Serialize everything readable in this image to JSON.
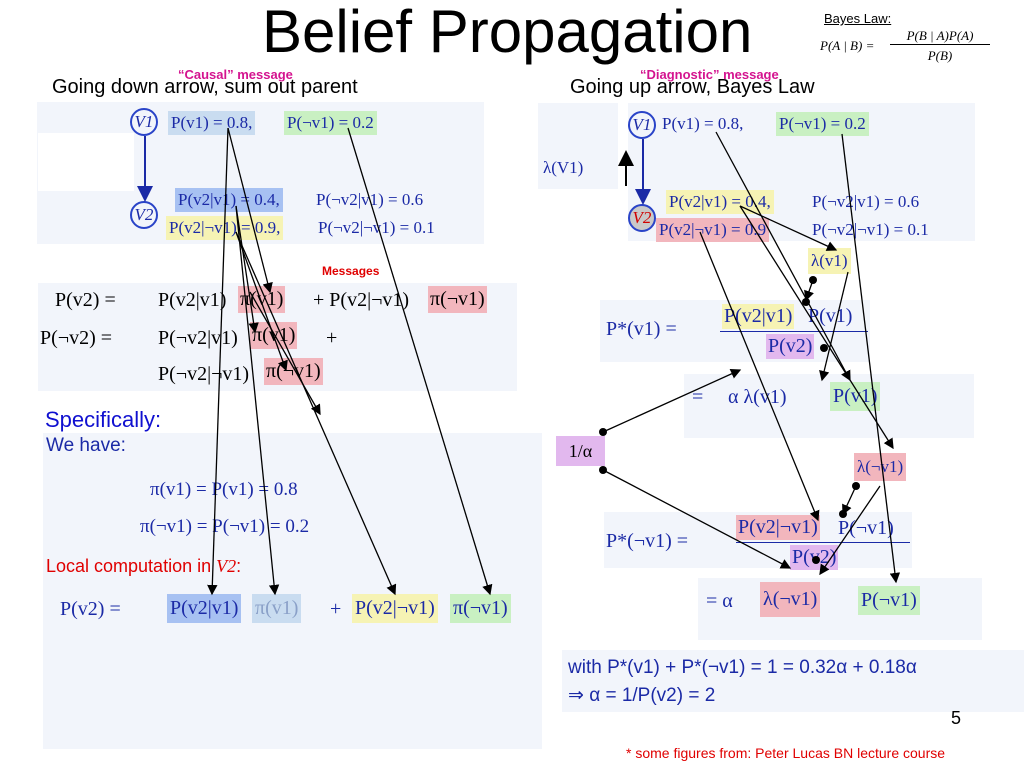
{
  "title": "Belief Propagation",
  "bayes": {
    "label": "Bayes Law:",
    "lhs": "P(A | B) =",
    "numerator": "P(B | A)P(A)",
    "denominator": "P(B)"
  },
  "left": {
    "causal_label": "“Causal” message",
    "heading": "Going down arrow, sum out parent",
    "node_v1": "V1",
    "node_v2": "V2",
    "p_v1": "P(v1) = 0.8,",
    "p_not_v1": "P(¬v1) = 0.2",
    "p_v2_v1": "P(v2|v1) = 0.4,",
    "p_not_v2_v1": "P(¬v2|v1) = 0.6",
    "p_v2_not_v1": "P(v2|¬v1) = 0.9,",
    "p_not_v2_not_v1": "P(¬v2|¬v1) = 0.1",
    "messages_label": "Messages",
    "eq1_lhs": "P(v2)  =",
    "eq1_a": "P(v2|v1)",
    "eq1_b": "π(v1)",
    "eq1_c": "+ P(v2|¬v1)",
    "eq1_d": "π(¬v1)",
    "eq2_lhs": "P(¬v2)  =",
    "eq2_a": "P(¬v2|v1)",
    "eq2_b": "π(v1)",
    "eq2_c": "+",
    "eq3_a": "P(¬v2|¬v1)",
    "eq3_b": "π(¬v1)",
    "specifically": "Specifically:",
    "we_have": "We have:",
    "pi1": "π(v1) = P(v1) = 0.8",
    "pi2": "π(¬v1) = P(¬v1) = 0.2",
    "local_label": "Local computation in",
    "local_node": "V2",
    "local_colon": ":",
    "final_lhs": "P(v2)  =",
    "final_a": "P(v2|v1)",
    "final_b": "π(v1)",
    "final_c": "+",
    "final_d": "P(v2|¬v1)",
    "final_e": "π(¬v1)"
  },
  "right": {
    "diagnostic_label": "“Diagnostic” message",
    "heading": "Going up arrow, Bayes Law",
    "lambda_label": "λ(V1)",
    "node_v1": "V1",
    "node_v2": "V2",
    "p_v1": "P(v1) = 0.8,",
    "p_not_v1": "P(¬v1) = 0.2",
    "p_v2_v1": "P(v2|v1) = 0.4,",
    "p_not_v2_v1": "P(¬v2|v1) = 0.6",
    "p_v2_not_v1": "P(v2|¬v1) = 0.9",
    "p_not_v2_not_v1": "P(¬v2|¬v1) = 0.1",
    "lambda_v1": "λ(v1)",
    "pstar_v1": "P*(v1)  =",
    "frac1_num_a": "P(v2|v1)",
    "frac1_num_b": "P(v1)",
    "frac1_den": "P(v2)",
    "eq_alpha1_prefix": "=",
    "eq_alpha1_a": "α λ(v1)",
    "eq_alpha1_b": "P(v1)",
    "inv_alpha": "1/α",
    "lambda_not_v1": "λ(¬v1)",
    "pstar_not_v1": "P*(¬v1)  =",
    "frac2_num_a": "P(v2|¬v1)",
    "frac2_num_b": "P(¬v1)",
    "frac2_den": "P(v2)",
    "eq_alpha2_prefix": "=  α",
    "eq_alpha2_a": "λ(¬v1)",
    "eq_alpha2_b": "P(¬v1)",
    "with_line": "with  P*(v1) + P*(¬v1) = 1 = 0.32α + 0.18α",
    "implies_line": "⇒ α = 1/P(v2) = 2"
  },
  "page_number": "5",
  "footnote": "* some figures from: Peter Lucas BN lecture course",
  "colors": {
    "magenta": "#d4138f",
    "node_blue": "#1b2aa6",
    "highlight_blue": "#a7c1f2",
    "highlight_green": "#c9f0c2",
    "highlight_yellow": "#f6f3b4",
    "highlight_pink": "#f2b6bd",
    "highlight_purple": "#e2b8ee"
  }
}
